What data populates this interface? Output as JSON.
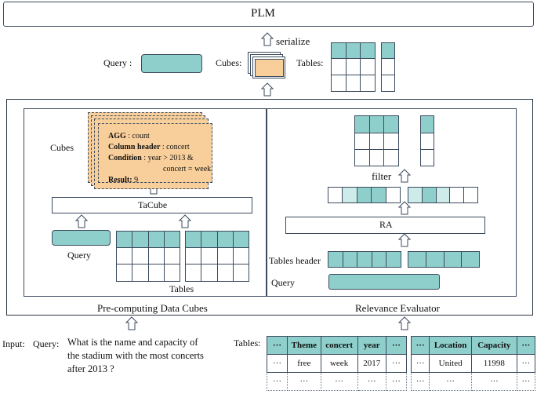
{
  "plm": {
    "label": "PLM"
  },
  "top": {
    "serialize": "serialize",
    "query_label": "Query :",
    "cubes_label": "Cubes:",
    "tables_label": "Tables:"
  },
  "left_panel": {
    "cubes_label": "Cubes",
    "cube": {
      "agg_key": "AGG",
      "agg_val": " : count",
      "colhdr_key": "Column header",
      "colhdr_val": " : concert",
      "cond_key": "Condition",
      "cond_val1": " : year > 2013 &",
      "cond_val2": "concert = week",
      "result_key": "Result:",
      "result_val": " 9"
    },
    "tacube": "TaCube",
    "query": "Query",
    "tables": "Tables",
    "caption": "Pre-computing Data Cubes"
  },
  "right_panel": {
    "filter": "filter",
    "ra": "RA",
    "tables_header": "Tables header",
    "query": "Query",
    "caption": "Relevance Evaluator"
  },
  "input": {
    "input_label": "Input:",
    "query_label": "Query:",
    "query_line1": "What is the name and capacity of",
    "query_line2": "the stadium with the most concerts",
    "query_line3": "after 2013 ?",
    "tables_label": "Tables:"
  },
  "table1": {
    "headers": [
      "···",
      "Theme",
      "concert",
      "year",
      "···"
    ],
    "row1": [
      "···",
      "free",
      "week",
      "2017",
      "···"
    ],
    "row2": [
      "···",
      "···",
      "···",
      "···",
      "···"
    ]
  },
  "table2": {
    "headers": [
      "···",
      "Location",
      "Capacity",
      "···"
    ],
    "row1": [
      "···",
      "United",
      "11998",
      "···"
    ],
    "row2": [
      "···",
      "···",
      "···",
      "···"
    ]
  }
}
